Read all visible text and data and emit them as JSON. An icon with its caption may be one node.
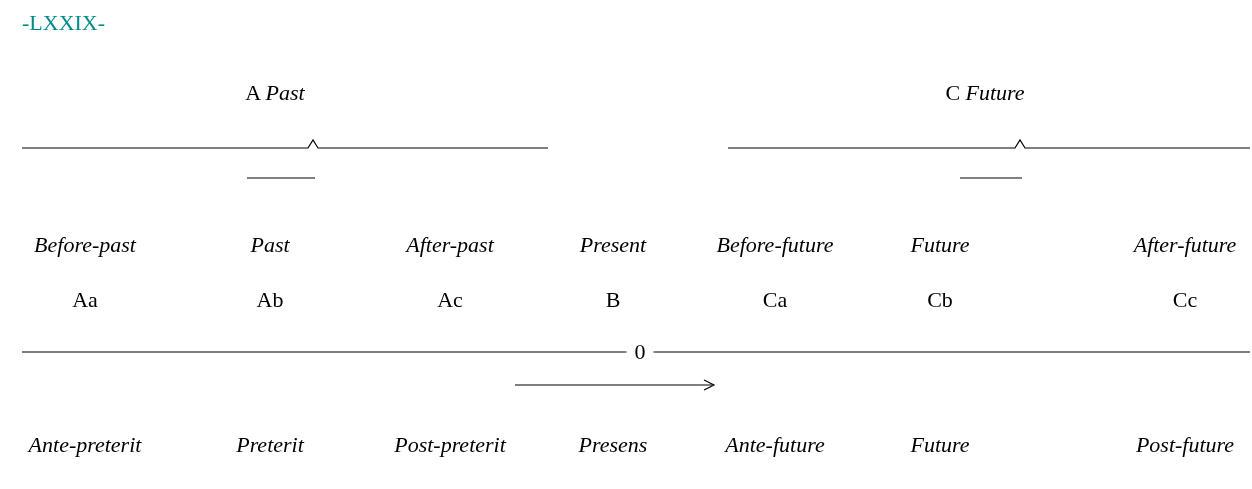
{
  "diagram": {
    "title": "-LXXIX-",
    "labels": [
      "A *Past*",
      "C *Future*",
      "Before-past",
      "Past",
      "After-past",
      "Present",
      "Before-future",
      "Future",
      "After-future",
      "Aa",
      "Ab",
      "Ac",
      "B",
      "Ca",
      "Cb",
      "Cc",
      "0",
      "Ante-preterit",
      "Preterit",
      "Post-preterit",
      "Presens",
      "Ante-future",
      "Future",
      "Post-future"
    ]
  }
}
